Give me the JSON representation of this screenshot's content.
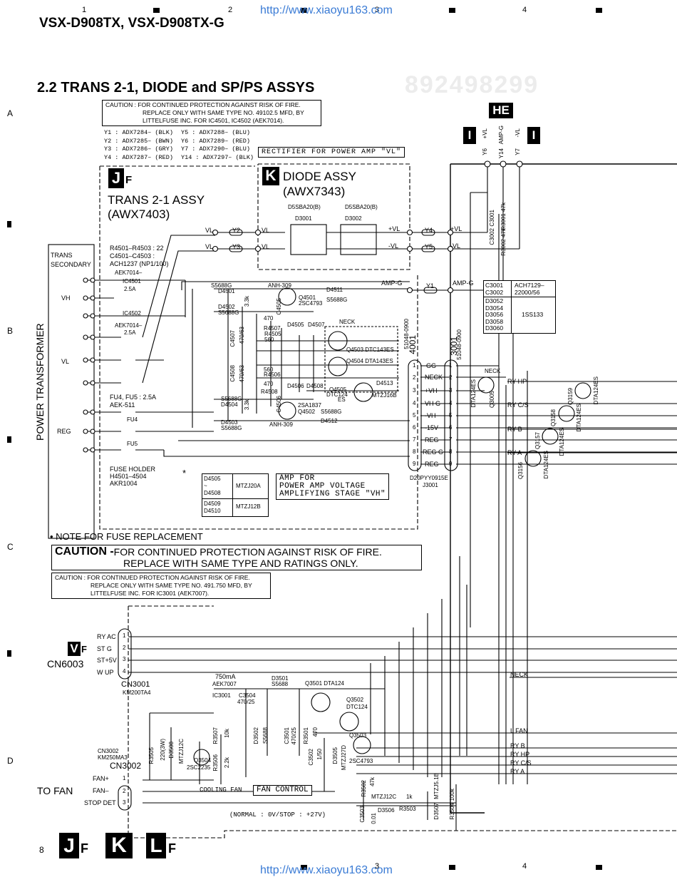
{
  "header": {
    "model": "VSX-D908TX, VSX-D908TX-G",
    "watermark_url": "http://www.xiaoyu163.com",
    "column_numbers": [
      "1",
      "2",
      "3",
      "4"
    ],
    "row_letters": [
      "A",
      "B",
      "C",
      "D"
    ],
    "page_number": "8"
  },
  "section_title": "2.2 TRANS 2-1, DIODE and SP/PS ASSYS",
  "faint_numbers": [
    "892498299"
  ],
  "caution_top": [
    "CAUTION : FOR CONTINUED PROTECTION AGAINST RISK OF FIRE.",
    "REPLACE ONLY WITH SAME TYPE NO. 49102.5 MFD, BY",
    "LITTELFUSE INC. FOR IC4501, IC4502 (AEK7014)."
  ],
  "wire_colors": [
    "Y1 : ADX7284– (BLK)",
    "Y2 : ADX7285– (BWN)",
    "Y3 : ADX7286– (GRY)",
    "Y4 : ADX7287– (RED)",
    "Y5 : ADX7288– (BLU)",
    "Y6 : ADX7289– (RED)",
    "Y7 : ADX7290– (BLU)",
    "Y14 : ADX7297– (BLK)"
  ],
  "rectifier_label": "RECTIFIER FOR POWER AMP \"VL\"",
  "assy_badges": {
    "he": "HE",
    "i": "I",
    "jf_j": "J",
    "jf_f": "F",
    "k": "K",
    "vf_v": "V",
    "vf_f": "F",
    "lf_l": "L",
    "lf_f": "F"
  },
  "trans_assy": {
    "name": "TRANS 2-1 ASSY",
    "part": "(AWX7403)"
  },
  "diode_assy": {
    "name": "DIODE ASSY",
    "part": "(AWX7343)"
  },
  "power_transformer": "POWER TRANSFORMER",
  "trans_secondary": [
    "TRANS",
    "SECONDARY"
  ],
  "resistor_note": [
    "R4501–R4503 : 22",
    "C4501–C4503 :",
    "ACH1237 (NP1/100)"
  ],
  "fuse_labels": [
    "AEK7014–",
    "2.5A",
    "AEK7014–",
    "2.5A",
    "FU4, FU5 : 2.5A",
    "AEK-511",
    "FU4",
    "FU5"
  ],
  "fuse_holder": [
    "FUSE HOLDER",
    "H4501–4504",
    "AKR1004"
  ],
  "transformer_taps": [
    "VH",
    "VL",
    "REG"
  ],
  "top_terminals": [
    {
      "y": "Y6",
      "sig": "+VL"
    },
    {
      "y": "Y14",
      "sig": "AMP-G"
    },
    {
      "y": "Y7",
      "sig": "-VL"
    }
  ],
  "diode_parts": [
    "D5SBA20(B)",
    "D5SBA20(B)",
    "D3001",
    "D3002"
  ],
  "rails": [
    "+VL",
    "-VL",
    "+VL",
    "-VL",
    "AMP-G",
    "AMP-G",
    "VL",
    "VL",
    "Y2",
    "Y3",
    "Y4",
    "Y5",
    "Y1"
  ],
  "cap_table": [
    [
      "C3001",
      "ACH7129–"
    ],
    [
      "C3002",
      "22000/56"
    ],
    [
      "D3052",
      ""
    ],
    [
      "D3054",
      ""
    ],
    [
      "D3056",
      "1SS133"
    ],
    [
      "D3058",
      ""
    ],
    [
      "D3060",
      ""
    ]
  ],
  "rc_values": [
    "C3001",
    "C3002",
    "R3001 47k",
    "R3002 47k"
  ],
  "circuit_parts": [
    "D4501 S5688G",
    "D4502 S5688G",
    "D4503 S5688G",
    "D4504 S5688G",
    "Q4501 2SC4793",
    "Q4502 2SA1837",
    "ANH-309",
    "ANH-309",
    "D4511 S5688G",
    "D4512 S5688G",
    "D4505",
    "D4506",
    "D4507",
    "D4508",
    "D4509",
    "D4510",
    "D4513",
    "Q4503 DTC143ES",
    "Q4504 DTA143ES",
    "Q4505 DTC124 ES",
    "MTZJ16B",
    "NECK",
    "R4505 3.3k",
    "R4506 560",
    "R4507",
    "R4508",
    "C4507 470/63",
    "C4508 470/63",
    "C4505",
    "C4506",
    "470",
    "470",
    "560",
    "560"
  ],
  "zener_table": [
    [
      "D4505 ~ D4508",
      "MTZJ20A"
    ],
    [
      "D4509 D4510",
      "MTZJ12B"
    ]
  ],
  "amp_box": [
    "AMP FOR",
    "POWER AMP VOLTAGE",
    "AMPLIFYING STAGE \"VH\""
  ],
  "connector4001": {
    "part": "51048-0900",
    "ref": "4001",
    "pins": [
      "GG",
      "NECK",
      "+VH",
      "VH G",
      "-VH",
      "-15V",
      "REG",
      "REG G",
      "REG"
    ],
    "bottom": "D20PYY0915E"
  },
  "connector3001": {
    "part": "51048-0900",
    "ref": "3001",
    "pins": [
      "1",
      "2",
      "3",
      "4",
      "5",
      "6",
      "7",
      "8",
      "9"
    ],
    "bottom": "J3001"
  },
  "right_parts": [
    "Q3005",
    "DTA124ES",
    "Q3159",
    "DTA124ES",
    "Q3158",
    "DTA124ES",
    "Q3157",
    "DTA124ES",
    "Q3156",
    "DTA124ES"
  ],
  "right_signals": [
    "NECK",
    "RY HP",
    "RY C/S",
    "RY B",
    "RY A"
  ],
  "note_fuse": "• NOTE FOR FUSE REPLACEMENT",
  "caution_big": {
    "label": "CAUTION -",
    "line1": "FOR CONTINUED PROTECTION AGAINST RISK OF FIRE.",
    "line2": "REPLACE WITH SAME TYPE AND RATINGS ONLY."
  },
  "caution_mid": [
    "CAUTION : FOR CONTINUED PROTECTION AGAINST RISK OF FIRE.",
    "REPLACE ONLY WITH SAME TYPE NO. 491.750 MFD, BY",
    "LITTELFUSE INC. FOR IC3001 (AEK7007)."
  ],
  "cn6003": {
    "name": "CN6003",
    "pins": [
      {
        "n": "1",
        "l": "RY AC"
      },
      {
        "n": "2",
        "l": "ST G"
      },
      {
        "n": "3",
        "l": "ST+5V"
      },
      {
        "n": "4",
        "l": "W UP"
      }
    ]
  },
  "cn3001": {
    "name": "CN3001",
    "part": "KM200TA4"
  },
  "cn3002": {
    "name": "CN3002",
    "part": "CN3002",
    "sub": "KM250MA3",
    "pins": [
      {
        "n": "1",
        "l": "FAN+"
      },
      {
        "n": "2",
        "l": "FAN–"
      },
      {
        "n": "3",
        "l": "STOP DET"
      }
    ]
  },
  "to_fan": "TO FAN",
  "fan_parts": [
    "750mA",
    "AEK7007",
    "IC3001",
    "C3504",
    "470/25",
    "D3501",
    "S5688",
    "Q3501 DTA124",
    "Q3502",
    "DTC124",
    "Q3503",
    "2SC4793",
    "D3502",
    "S5688",
    "C3501",
    "470/25",
    "R3501",
    "470",
    "C3502",
    "1/50",
    "D3505",
    "MTZJ27D",
    "R3507",
    "10k",
    "R3506",
    "2.2k",
    "Q3504",
    "2SC2235",
    "D3508",
    "MTZJ12C",
    "220(3W)",
    "R3505",
    "R3502",
    "47k",
    "MTZJ12C",
    "1k",
    "R3503",
    "D3506",
    "D3507",
    "MTZJ5.1B",
    "R3504",
    "100k",
    "C3503",
    "0.01",
    "L FAN",
    "RY B",
    "RY HP",
    "RY C/S",
    "RY A",
    "NECK"
  ],
  "cooling_fan": "COOLING FAN",
  "fan_control": "FAN CONTROL",
  "normal_stop": "(NORMAL : 0V/STOP : +27V)",
  "star": "*"
}
